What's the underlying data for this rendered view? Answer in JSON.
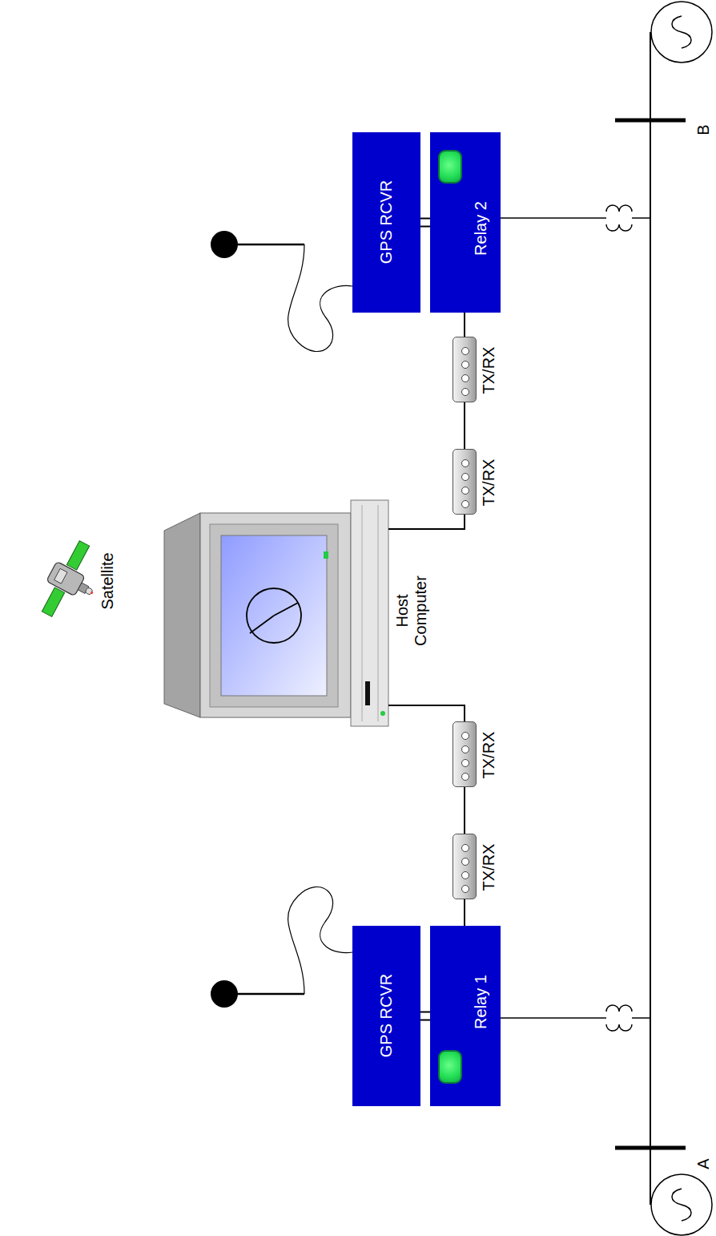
{
  "diagram": {
    "nodes": [
      {
        "text": [
          "GPS RCVR"
        ]
      },
      {
        "text": [
          "Relay 1"
        ]
      },
      {
        "text": [
          "TX/RX"
        ]
      },
      {
        "text": [
          "TX/RX"
        ]
      },
      {
        "text": [
          "Host Computer"
        ]
      },
      {
        "text": [
          "TX/RX"
        ]
      },
      {
        "text": [
          "TX/RX"
        ]
      },
      {
        "text": [
          "GPS RCVR"
        ]
      },
      {
        "text": [
          "Relay 2"
        ]
      }
    ],
    "edges": [
      {
        "from": 0,
        "to": 1,
        "arrow": "none"
      },
      {
        "from": 1,
        "to": 2,
        "arrow": "none"
      },
      {
        "from": 2,
        "to": 3,
        "arrow": "none"
      },
      {
        "from": 3,
        "to": 4,
        "arrow": "none"
      },
      {
        "from": 4,
        "to": 5,
        "arrow": "none"
      },
      {
        "from": 5,
        "to": 6,
        "arrow": "none"
      },
      {
        "from": 6,
        "to": 8,
        "arrow": "none"
      },
      {
        "from": 7,
        "to": 8,
        "arrow": "none"
      }
    ],
    "labels": [
      "Satellite",
      "A",
      "B"
    ]
  }
}
